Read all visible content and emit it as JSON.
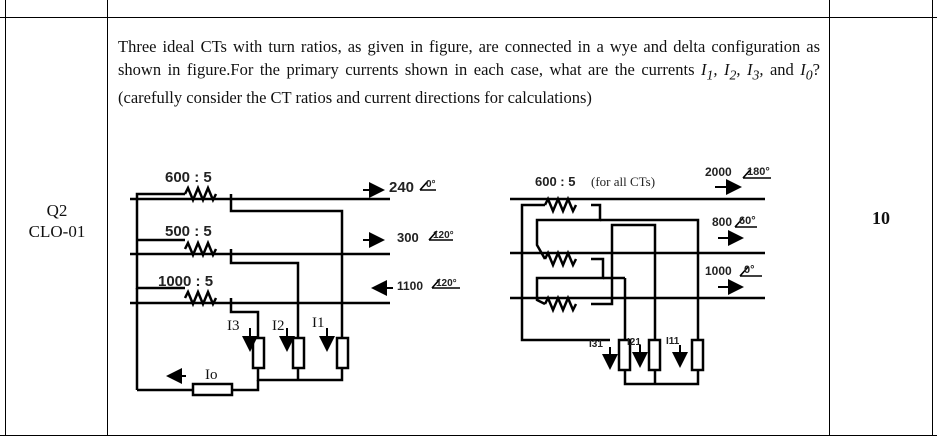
{
  "question": {
    "id": "Q2",
    "clo": "CLO-01",
    "marks": "10",
    "text_part1": "Three ideal CTs with turn ratios, as given in figure, are connected in a wye and delta configuration as shown in figure.For the primary currents shown in each case, what are the currents ",
    "currents_symbols": "I",
    "text_and": " and ",
    "text_part2": "? (carefully consider the CT ratios and current directions for calculations)"
  },
  "wye_figure": {
    "ct1_ratio": "600 : 5",
    "ct2_ratio": "500 : 5",
    "ct3_ratio": "1000 : 5",
    "current_a": "240",
    "angle_a": "0°",
    "current_b": "300",
    "angle_b": "120°",
    "current_c": "1100",
    "angle_c": "120°",
    "label_i3": "I3",
    "label_i2": "I2",
    "label_i1": "I1",
    "label_io": "Io"
  },
  "delta_figure": {
    "ratio_label": "600 : 5",
    "ratio_note": "(for all CTs)",
    "current_a": "2000",
    "angle_a": "180°",
    "current_b": "800",
    "angle_b": "60°",
    "current_c": "1000",
    "angle_c": "0°",
    "label_i31": "I31",
    "label_i21": "I21",
    "label_i11": "I11"
  }
}
